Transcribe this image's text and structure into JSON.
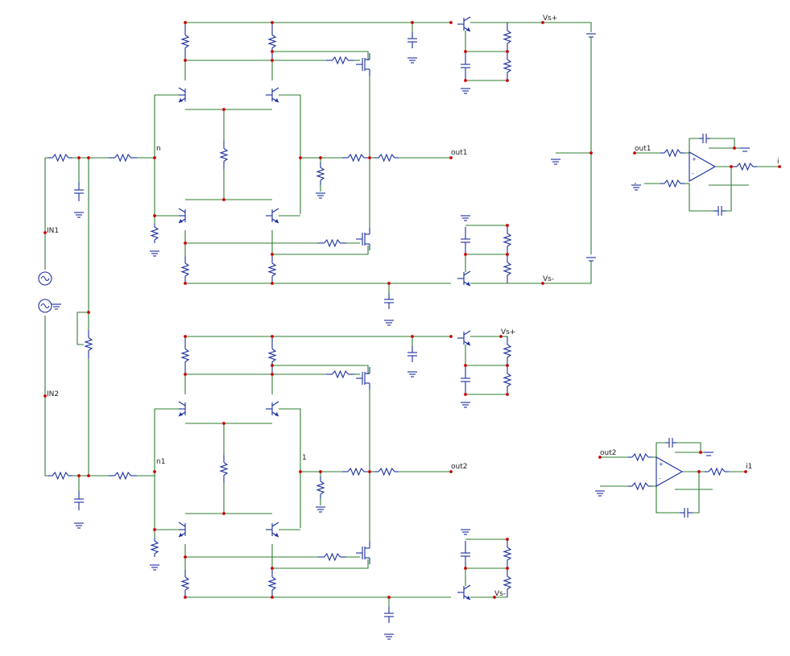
{
  "labels": {
    "vs_plus_1": "Vs+",
    "vs_minus_1": "Vs-",
    "vs_plus_2": "Vs+",
    "vs_minus_2": "Vs-",
    "in1": "IN1",
    "in2": "IN2",
    "node_n": "n",
    "node_n1": "n1",
    "node_1": "1",
    "out1": "out1",
    "out2": "out2",
    "sub_out1": "out1",
    "sub_out2": "out2",
    "sub_i": "i",
    "sub_i1": "i1"
  },
  "colors": {
    "wire": "#2e7d32",
    "component": "#1a2fa0",
    "node": "#cc0000",
    "label": "#222222"
  }
}
